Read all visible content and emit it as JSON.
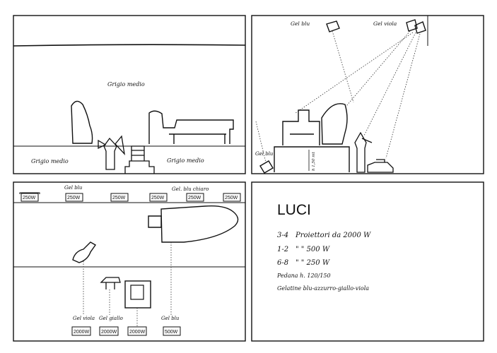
{
  "panel_top_left": {
    "label_backdrop": "Grigio medio",
    "label_floor_left": "Grigio medio",
    "label_floor_right": "Grigio medio"
  },
  "panel_top_right": {
    "gel_left": "Gel blu",
    "gel_right": "Gel viola",
    "gel_floor": "Gel blu",
    "height_mark": "h 1,50 mt"
  },
  "panel_bottom_left": {
    "top_gel_left": "Gel blu",
    "top_gel_right": "Gel. blu chiaro",
    "top_lamps": [
      "250W",
      "250W",
      "250W",
      "250W",
      "250W",
      "250W"
    ],
    "bottom_gels": [
      "Gel viola",
      "Gel giallo",
      "Gel blu"
    ],
    "bottom_lamps": [
      "2000W",
      "2000W",
      "2000W",
      "500W"
    ]
  },
  "panel_bottom_right": {
    "title": "LUCI",
    "rows": [
      {
        "ids": "3-4",
        "text": "Proiettori  da  2000 W"
      },
      {
        "ids": "1-2",
        "text": "\"      \"     500 W"
      },
      {
        "ids": "6-8",
        "text": "\"      \"     250 W"
      }
    ],
    "note_platform": "Pedana h. 120/150",
    "note_gels": "Gelatine blu-azzurro-giallo-viola"
  }
}
